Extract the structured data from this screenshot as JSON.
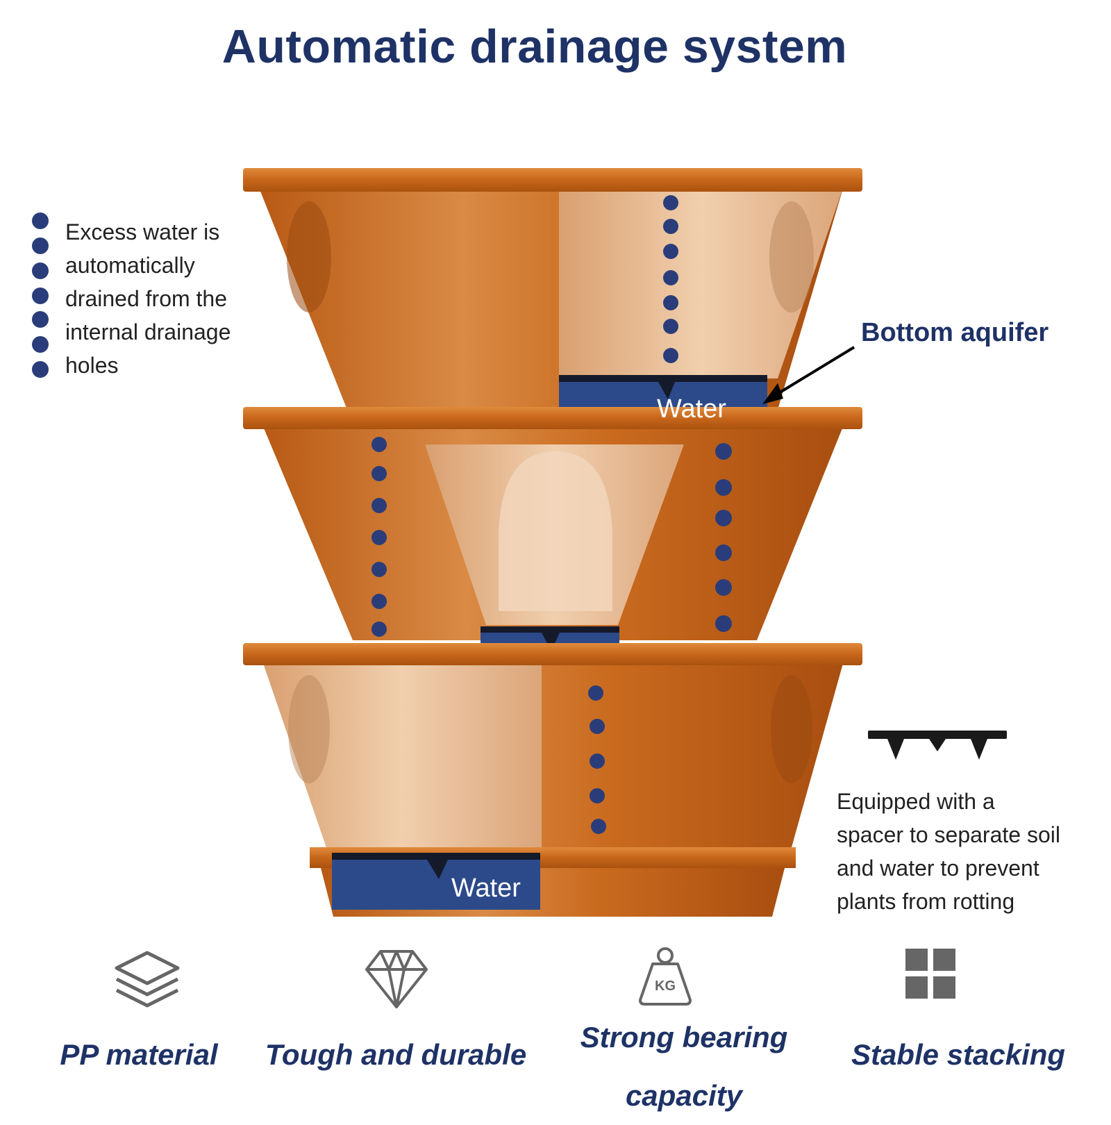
{
  "title": "Automatic drainage system",
  "left_note": {
    "lines": [
      "Excess water is",
      "automatically",
      "drained from the",
      "internal drainage",
      "holes"
    ]
  },
  "callout": "Bottom aquifer",
  "water_labels": [
    "Water",
    "Water"
  ],
  "right_note": {
    "lines": [
      "Equipped with a",
      "spacer to separate soil",
      "and water to prevent",
      "plants from rotting"
    ]
  },
  "features": [
    {
      "label": "PP material",
      "icon": "layers-icon"
    },
    {
      "label": "Tough and durable",
      "icon": "diamond-icon"
    },
    {
      "label_lines": [
        "Strong bearing",
        "capacity"
      ],
      "icon": "kg-weight-icon",
      "icon_text": "KG"
    },
    {
      "label": "Stable stacking",
      "icon": "grid-icon"
    }
  ],
  "colors": {
    "title": "#1e3266",
    "pot_orange": "#c96a1e",
    "pot_light": "#e8b48a",
    "water_blue": "#2c4a8a",
    "dot_blue": "#2a3d7a",
    "icon_gray": "#666666"
  }
}
